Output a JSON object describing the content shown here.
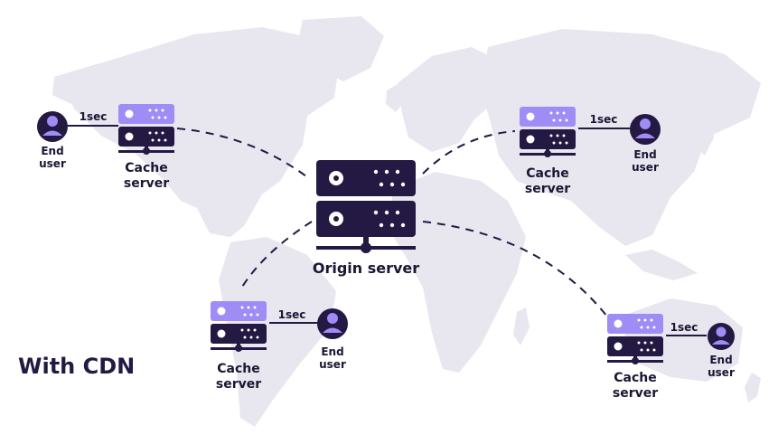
{
  "diagram": {
    "title": "With CDN",
    "origin": {
      "label": "Origin server"
    },
    "caches": [
      {
        "label_line1": "Cache",
        "label_line2": "server",
        "latency": "1sec",
        "user_line1": "End",
        "user_line2": "user"
      },
      {
        "label_line1": "Cache",
        "label_line2": "server",
        "latency": "1sec",
        "user_line1": "End",
        "user_line2": "user"
      },
      {
        "label_line1": "Cache",
        "label_line2": "server",
        "latency": "1sec",
        "user_line1": "End",
        "user_line2": "user"
      },
      {
        "label_line1": "Cache",
        "label_line2": "server",
        "latency": "1sec",
        "user_line1": "End",
        "user_line2": "user"
      }
    ]
  },
  "colors": {
    "dark": "#231942",
    "accent": "#a08cf5",
    "map": "#e8e6ee",
    "text": "#1c1533"
  },
  "icons": [
    "world-map",
    "server-rack-icon",
    "user-icon",
    "dashed-connection-line"
  ]
}
